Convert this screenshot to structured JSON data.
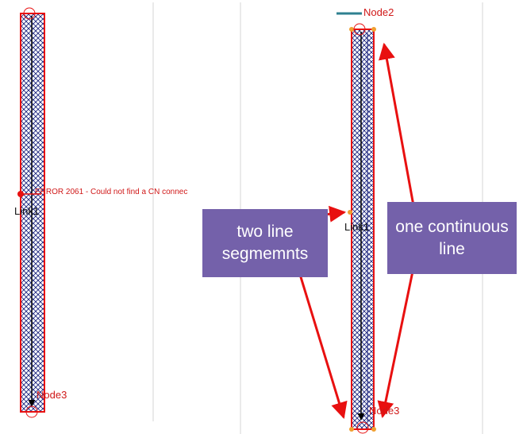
{
  "left_panel": {
    "error_message": "ERROR 2061 - Could not find a CN connec",
    "link_label": "Link1",
    "node_bottom_label": "Node3"
  },
  "right_panel": {
    "node_top_label": "Node2",
    "link_label": "Link1",
    "node_bottom_label": "Node3"
  },
  "callouts": {
    "left": "two line segmemnts",
    "right": "one continuous line"
  },
  "colors": {
    "callout_bg": "#7461aa",
    "annotation_arrow": "#e81010",
    "node_label": "#d01818",
    "hatch": "#1a237e",
    "highlight_outline": "#e81010",
    "vertex": "#f0a030",
    "node2_line": "#2e8090"
  }
}
